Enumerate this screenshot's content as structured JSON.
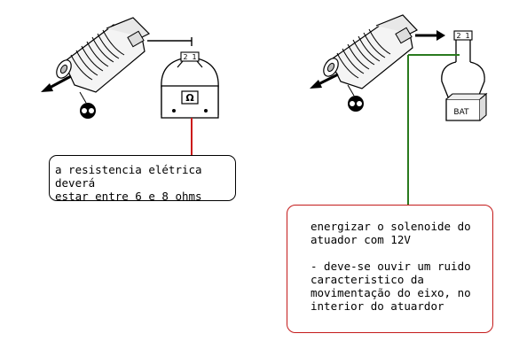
{
  "left_panel": {
    "meter_symbol": "Ω",
    "pin_labels": [
      "2",
      "1"
    ],
    "caption": "a resistencia elétrica deverá\nestar entre 6 e 8 ohms",
    "wire_color": "#cc1a1a",
    "icon": "eyes-view-icon"
  },
  "right_panel": {
    "battery_label": "BAT",
    "pin_labels": [
      "2",
      "1"
    ],
    "caption_line1": "energizar o solenoide do\natuador com 12V",
    "caption_line2": "- deve-se ouvir um ruido\ncaracteristico da\nmovimentação do eixo, no\ninterior do atuardor",
    "wire_color": "#2a7a1e",
    "box_color": "#c41a1a",
    "icon": "eyes-view-icon"
  }
}
